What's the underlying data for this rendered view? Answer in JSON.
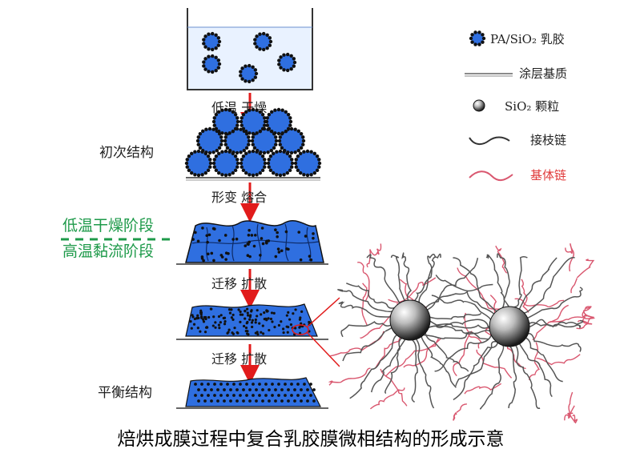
{
  "colors": {
    "latex_blue": "#2f6fe0",
    "particle_black": "#111111",
    "arrow_red": "#e11b1b",
    "stage_green": "#1e9a4a",
    "matrix_red": "#d9576f",
    "graft_gray": "#555555"
  },
  "process": {
    "step1": "低温 干燥",
    "state1": "初次结构",
    "step2": "形变 熔合",
    "stage_note_top": "低温干燥阶段",
    "stage_note_bottom": "高温黏流阶段",
    "step3": "迁移 扩散",
    "step4": "迁移 扩散",
    "state_final": "平衡结构"
  },
  "legend": {
    "latex": "PA/SiO₂ 乳胶",
    "coating": "涂层基质",
    "sio2": "SiO₂ 颗粒",
    "graft": "接枝链",
    "matrix": "基体链"
  },
  "caption": "焙烘成膜过程中复合乳胶膜微相结构的形成示意"
}
